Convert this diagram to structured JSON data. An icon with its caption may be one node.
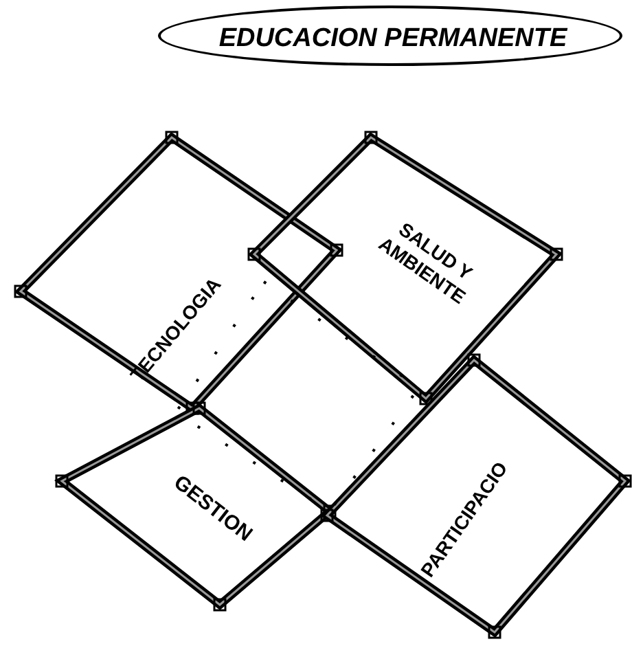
{
  "diagram": {
    "nodes": [
      {
        "text": [
          "EDUCACION PERMANENTE"
        ]
      },
      {
        "text": [
          "TECNOLOGIA"
        ]
      },
      {
        "text": [
          "SALUD Y AMBIENTE"
        ]
      },
      {
        "text": [
          "GESTION"
        ]
      },
      {
        "text": [
          "PARTICIPACIO"
        ]
      },
      {
        "text": [],
        "shape": "diamond"
      }
    ]
  }
}
